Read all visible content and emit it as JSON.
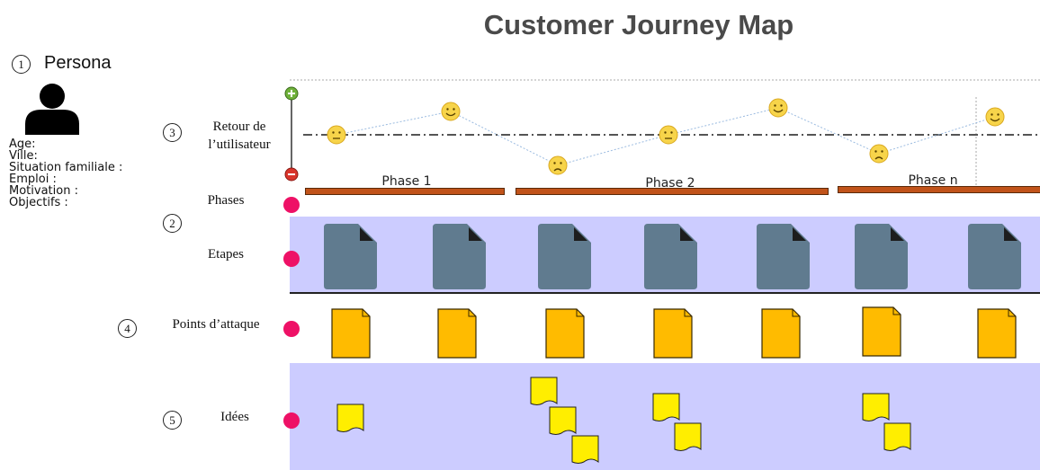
{
  "title": "Customer Journey Map",
  "persona": {
    "number": "1",
    "title": "Persona",
    "fields": [
      "Age:",
      "Ville:",
      "Situation familiale :",
      "Emploi :",
      "Motivation :",
      "Objectifs :"
    ]
  },
  "rows": {
    "feedback": {
      "number": "3",
      "label_line1": "Retour de",
      "label_line2": "l’utilisateur"
    },
    "phases": {
      "number": "2",
      "label": "Phases"
    },
    "steps": {
      "label": "Etapes"
    },
    "touchpoints": {
      "number": "4",
      "label": "Points d’attaque"
    },
    "ideas": {
      "number": "5",
      "label": "Idées"
    }
  },
  "phases": [
    {
      "label": "Phase 1"
    },
    {
      "label": "Phase 2"
    },
    {
      "label": "Phase n"
    }
  ],
  "feedback_points": [
    {
      "mood": "neutral"
    },
    {
      "mood": "happy"
    },
    {
      "mood": "sad"
    },
    {
      "mood": "neutral"
    },
    {
      "mood": "happy"
    },
    {
      "mood": "sad"
    },
    {
      "mood": "happy"
    }
  ],
  "colors": {
    "band": "#ccccff",
    "dot": "#ee1166",
    "phase_bar": "#c1531a",
    "step_doc": "#607b8f",
    "touchpoint_note": "#ffbb00",
    "idea_note": "#ffee00",
    "smiley": "#f7d44a"
  },
  "icons": [
    "person-icon",
    "plus-icon",
    "minus-icon",
    "document-icon",
    "sticky-note-icon",
    "smiley-icon"
  ]
}
